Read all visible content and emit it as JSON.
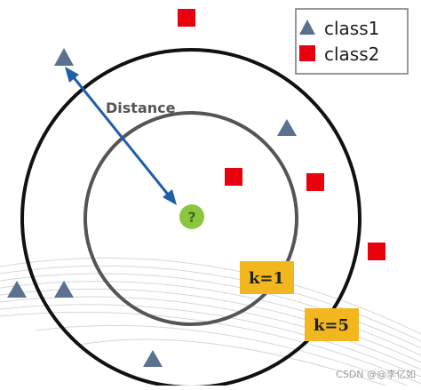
{
  "legend": {
    "class1_label": "class1",
    "class2_label": "class2"
  },
  "labels": {
    "distance": "Distance",
    "query": "?",
    "k1": "k=1",
    "k5": "k=5"
  },
  "watermark": "CSDN @@李亿如",
  "colors": {
    "class1": "#5a7190",
    "class2": "#e8000d",
    "query": "#8cc63f",
    "k_badge": "#f2b71e",
    "arrow": "#1f5fa8",
    "inner_circle": "#555555",
    "outer_circle": "#111111"
  },
  "icons": {
    "class1": "triangle",
    "class2": "square",
    "query": "circle"
  }
}
